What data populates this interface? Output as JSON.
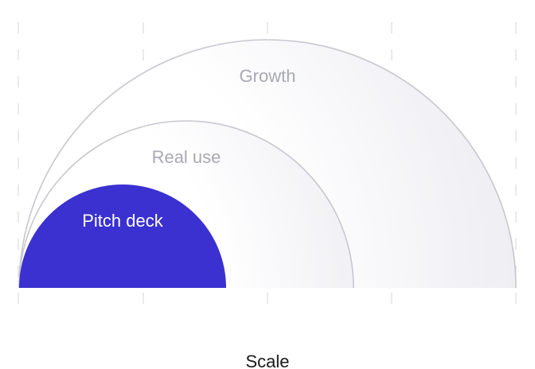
{
  "diagram": {
    "stages": [
      {
        "label": "Pitch deck",
        "style": "filled"
      },
      {
        "label": "Real use",
        "style": "outline"
      },
      {
        "label": "Growth",
        "style": "outline"
      }
    ],
    "axis_label": "Scale",
    "colors": {
      "pitch_deck_fill": "#3a31d0",
      "pitch_deck_text": "#ffffff",
      "outline_stroke": "#c7c7cf",
      "outline_text": "#a9a9b3",
      "grid_dash": "#d6d6db",
      "axis_line": "#7c7c96",
      "axis_text": "#1a1a1a"
    }
  }
}
